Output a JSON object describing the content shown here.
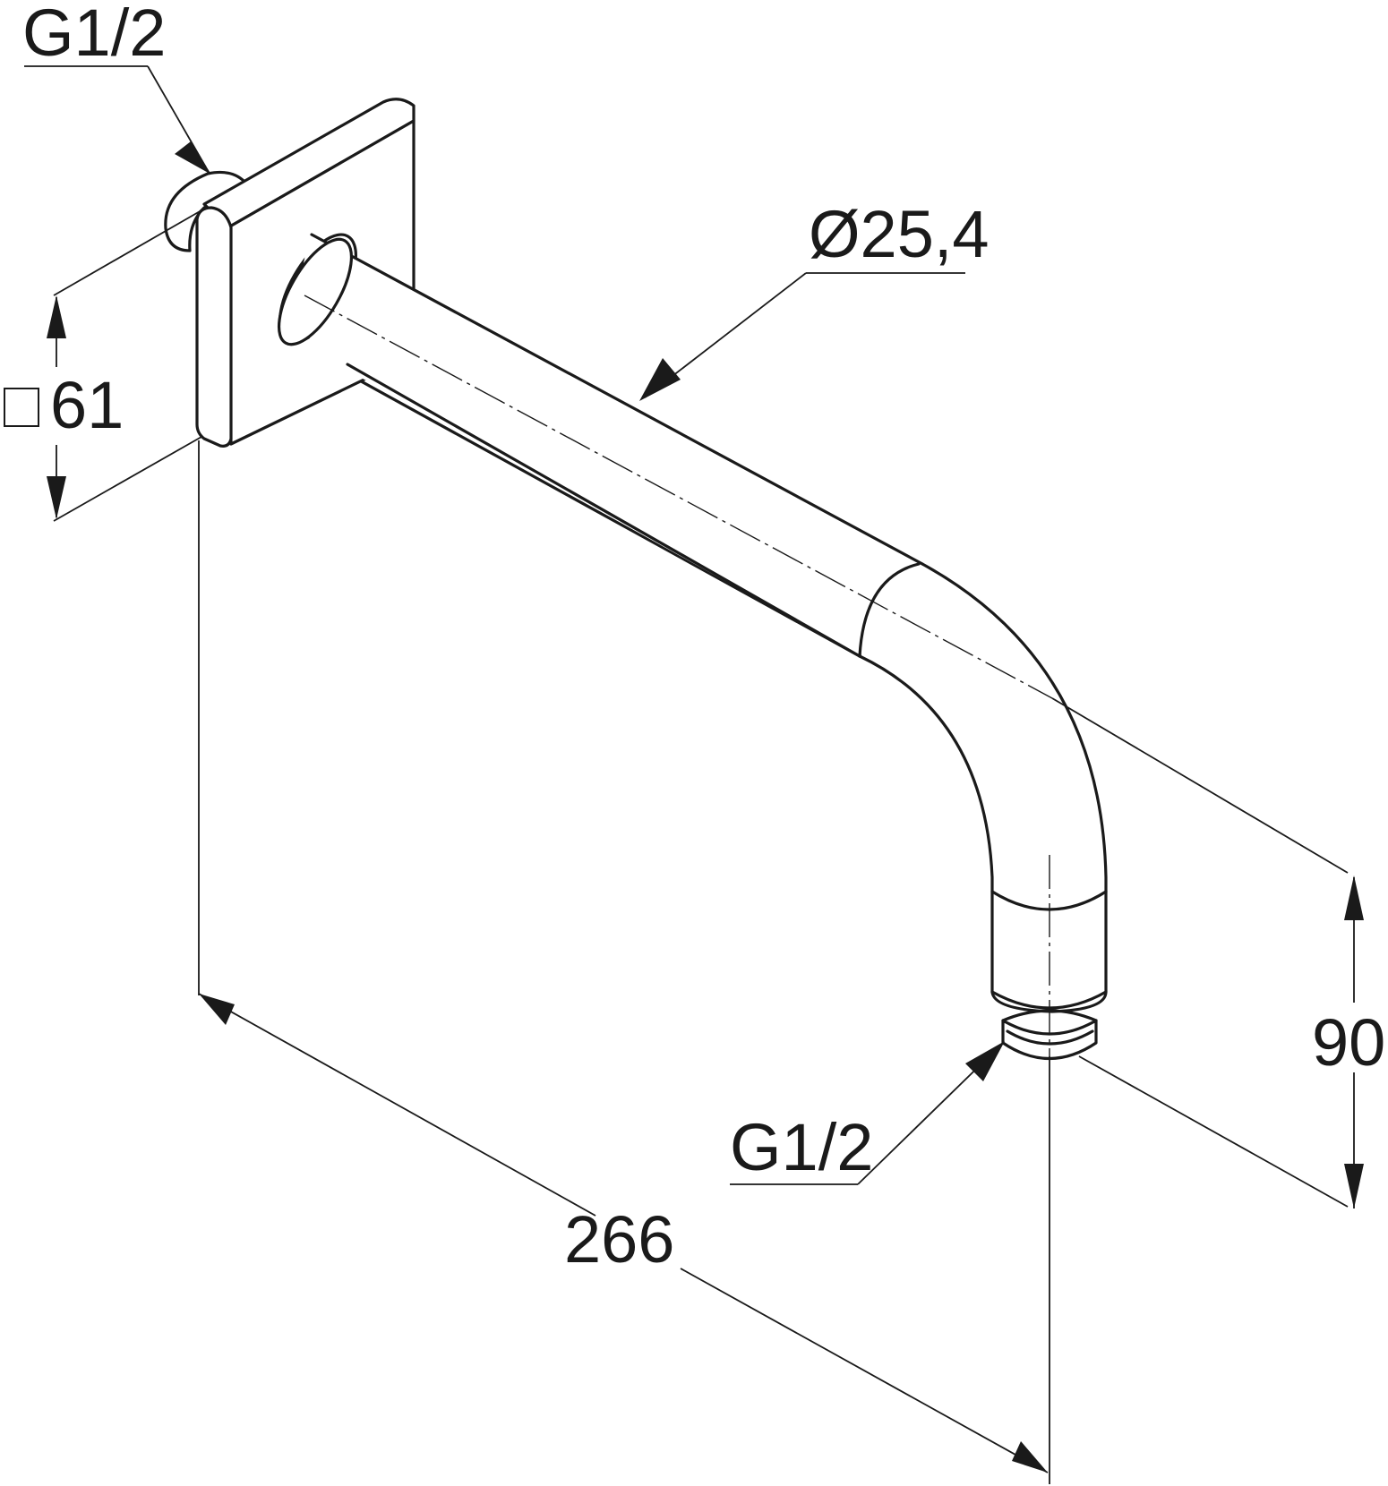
{
  "labels": {
    "thread_wall": "G1/2",
    "tube_diameter": "Ø25,4",
    "rosette_size": "61",
    "length": "266",
    "drop": "90",
    "thread_outlet": "G1/2"
  },
  "colors": {
    "line": "#1a1a1a",
    "background": "#ffffff"
  },
  "icons": {
    "square_symbol": "square-symbol-icon"
  }
}
